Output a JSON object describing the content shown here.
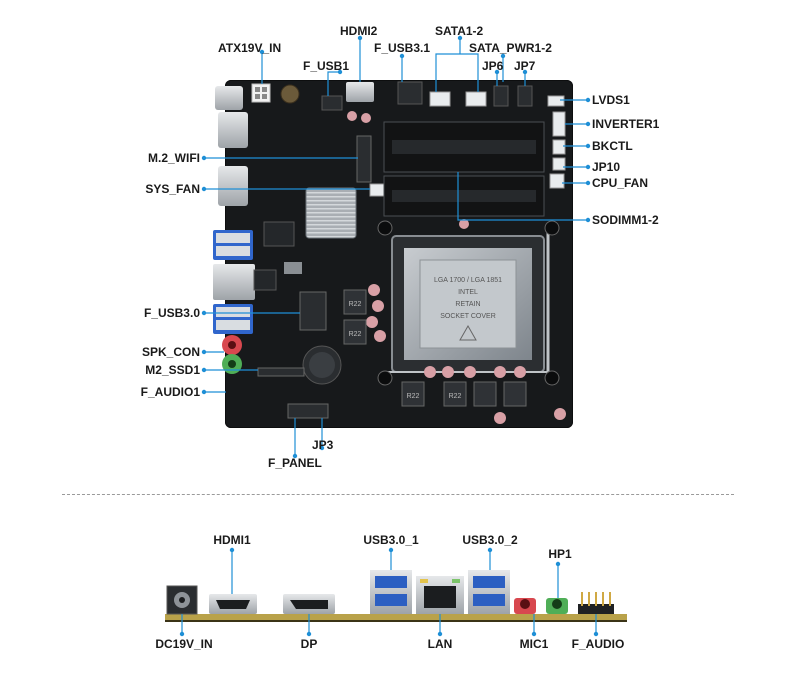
{
  "labels": {
    "top": {
      "atx19v_in": "ATX19V_IN",
      "hdmi2": "HDMI2",
      "f_usb31": "F_USB3.1",
      "sata1_2": "SATA1-2",
      "sata_pwr1_2": "SATA_PWR1-2",
      "f_usb1": "F_USB1",
      "jp6": "JP6",
      "jp7": "JP7",
      "lvds1": "LVDS1",
      "inverter1": "INVERTER1",
      "bkctl": "BKCTL",
      "jp10": "JP10",
      "cpu_fan": "CPU_FAN",
      "m2_wifi": "M.2_WIFI",
      "sys_fan": "SYS_FAN",
      "sodimm1_2": "SODIMM1-2",
      "f_usb30": "F_USB3.0",
      "spk_con": "SPK_CON",
      "m2_ssd1": "M2_SSD1",
      "f_audio1": "F_AUDIO1",
      "jp3": "JP3",
      "f_panel": "F_PANEL"
    },
    "io": {
      "hdmi1": "HDMI1",
      "usb30_1": "USB3.0_1",
      "usb30_2": "USB3.0_2",
      "hp1": "HP1",
      "dc19v_in": "DC19V_IN",
      "dp": "DP",
      "lan": "LAN",
      "mic1": "MIC1",
      "f_audio": "F_AUDIO"
    }
  },
  "board_marks": {
    "socket_text": [
      "LGA 1700 / LGA 1851",
      "INTEL",
      "RETAIN",
      "SOCKET COVER"
    ],
    "choke": "R22"
  },
  "colors": {
    "accent": "#1e8fd6",
    "board": "#17191b",
    "pcb_edge": "#b9a24a",
    "mic_jack": "#d8484f",
    "hp_jack": "#4fae57",
    "usb_blue": "#2c5fc2"
  }
}
